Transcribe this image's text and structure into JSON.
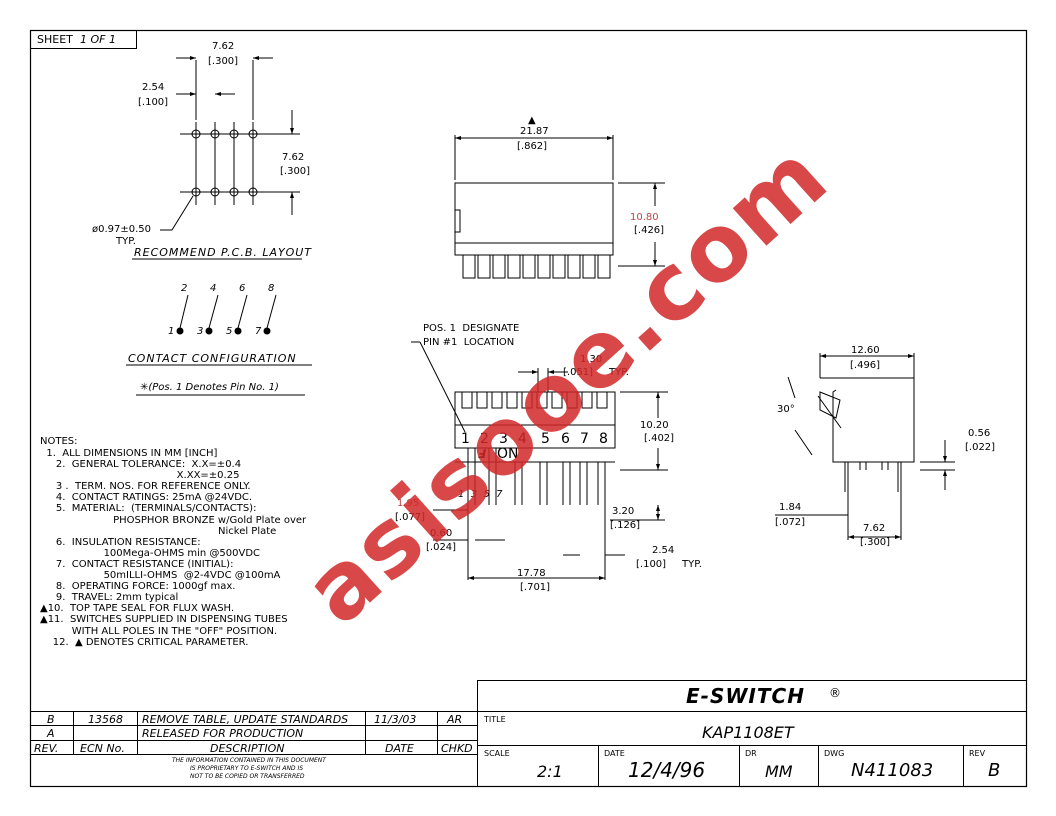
{
  "sheet": {
    "label": "SHEET",
    "number": "1 OF 1"
  },
  "pcb_layout": {
    "dim_top": "7.62",
    "dim_top_in": "[.300]",
    "dim_pitch": "2.54",
    "dim_pitch_in": "[.100]",
    "dim_row": "7.62",
    "dim_row_in": "[.300]",
    "hole": "ø0.97±0.50",
    "hole_typ": "TYP.",
    "caption": "RECOMMEND P.C.B. LAYOUT"
  },
  "contacts": {
    "top_pins": [
      "2",
      "4",
      "6",
      "8"
    ],
    "bottom_pins": [
      "1",
      "3",
      "5",
      "7"
    ],
    "caption": "CONTACT CONFIGURATION",
    "note": "✳(Pos. 1 Denotes Pin No. 1)"
  },
  "top_view": {
    "critical_mark": "▲",
    "width": "21.87",
    "width_in": "[.862]",
    "height": "10.80",
    "height_in": "[.426]"
  },
  "front_view": {
    "pos_note_1": "POS. 1  DESIGNATE",
    "pos_note_2": "PIN #1  LOCATION",
    "pitch_small": "1.30",
    "pitch_small_in": "[.051]",
    "pitch_small_typ": "TYP.",
    "height": "10.20",
    "height_in": "[.402]",
    "positions": [
      "1",
      "2",
      "3",
      "4",
      "5",
      "6",
      "7",
      "8"
    ],
    "on_label": "ON",
    "pin_numbers": "1  3  5  7",
    "offset": "1.95",
    "offset_in": "[.077]",
    "pin_w": "0.60",
    "pin_w_in": "[.024]",
    "pin_len": "3.20",
    "pin_len_in": "[.126]",
    "pitch": "2.54",
    "pitch_in": "[.100]",
    "pitch_typ": "TYP.",
    "span": "17.78",
    "span_in": "[.701]"
  },
  "side_view": {
    "width": "12.60",
    "width_in": "[.496]",
    "angle": "30°",
    "thick": "0.56",
    "thick_in": "[.022]",
    "offset": "1.84",
    "offset_in": "[.072]",
    "row": "7.62",
    "row_in": "[.300]"
  },
  "notes": {
    "header": "NOTES:",
    "lines": [
      "  1.  ALL DIMENSIONS IN MM [INCH]",
      "     2.  GENERAL TOLERANCE:  X.X=±0.4",
      "                                           X.XX=±0.25",
      "     3 .  TERM. NOS. FOR REFERENCE ONLY.",
      "     4.  CONTACT RATINGS: 25mA @24VDC.",
      "     5.  MATERIAL:  (TERMINALS/CONTACTS):",
      "                       PHOSPHOR BRONZE w/Gold Plate over",
      "                                                        Nickel Plate",
      "     6.  INSULATION RESISTANCE:",
      "                    100Mega-OHMS min @500VDC",
      "     7.  CONTACT RESISTANCE (INITIAL):",
      "                    50mILLI-OHMS  @2-4VDC @100mA",
      "     8.  OPERATING FORCE: 1000gf max.",
      "     9.  TRAVEL: 2mm typical",
      "▲10.  TOP TAPE SEAL FOR FLUX WASH.",
      "▲11.  SWITCHES SUPPLIED IN DISPENSING TUBES",
      "          WITH ALL POLES IN THE \"OFF\" POSITION.",
      "    12.  ▲ DENOTES CRITICAL PARAMETER."
    ]
  },
  "revisions": {
    "rows": [
      {
        "rev": "B",
        "ecn": "13568",
        "desc": "REMOVE TABLE, UPDATE STANDARDS",
        "date": "11/3/03",
        "chkd": "AR"
      },
      {
        "rev": "A",
        "ecn": "",
        "desc": "RELEASED FOR PRODUCTION",
        "date": "",
        "chkd": ""
      }
    ],
    "headers": {
      "rev": "REV.",
      "ecn": "ECN No.",
      "desc": "DESCRIPTION",
      "date": "DATE",
      "chkd": "CHKD"
    },
    "proprietary_1": "THE INFORMATION CONTAINED IN THIS DOCUMENT",
    "proprietary_2": "IS PROPRIETARY TO E-SWITCH AND IS",
    "proprietary_3": "NOT TO BE COPIED OR TRANSFERRED"
  },
  "title_block": {
    "company": "E-SWITCH",
    "registered": "®",
    "title_label": "TITLE",
    "title": "KAP1108ET",
    "scale_label": "SCALE",
    "scale": "2:1",
    "date_label": "DATE",
    "date": "12/4/96",
    "dr_label": "DR",
    "dr": "MM",
    "dwg_label": "DWG",
    "dwg": "N411083",
    "rev_label": "REV",
    "rev": "B"
  },
  "watermark": {
    "text": "asisooe.com"
  },
  "colors": {
    "ink": "#000000",
    "watermark": "#d22828",
    "dim_red": "#b84848"
  }
}
